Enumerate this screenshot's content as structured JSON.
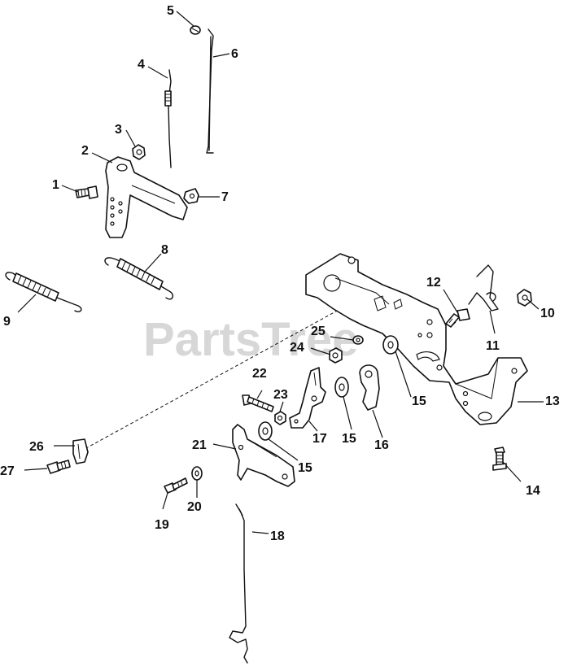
{
  "watermark": {
    "text": "PartsTree",
    "mark": "™"
  },
  "callouts": {
    "c1": "1",
    "c2": "2",
    "c3": "3",
    "c4": "4",
    "c5": "5",
    "c6": "6",
    "c7": "7",
    "c8": "8",
    "c9": "9",
    "c10": "10",
    "c11": "11",
    "c12": "12",
    "c13": "13",
    "c14": "14",
    "c15a": "15",
    "c15b": "15",
    "c15c": "15",
    "c16": "16",
    "c17": "17",
    "c18": "18",
    "c19": "19",
    "c20": "20",
    "c21": "21",
    "c22": "22",
    "c23": "23",
    "c24": "24",
    "c25": "25",
    "c26": "26",
    "c27": "27"
  }
}
